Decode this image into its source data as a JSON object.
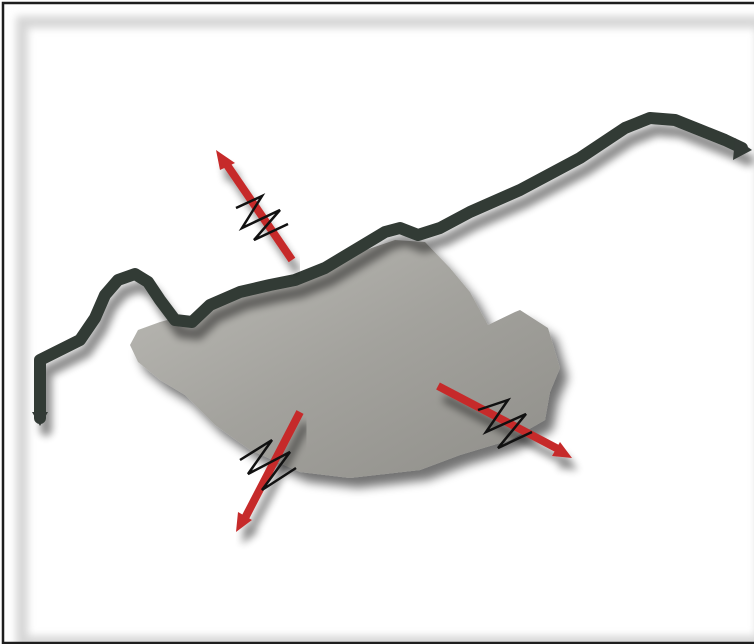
{
  "diagram": {
    "colors": {
      "background": "#ffffff",
      "frame_border": "#1e1e1e",
      "frame_shadow": "#d9d9d9",
      "area_fill": "#9e9d98",
      "route_line": "#333a36",
      "arrow_red": "#c62a2a",
      "spring_black": "#111111"
    },
    "elements": {
      "territory": "grey-area",
      "route": "dark-route-arrow",
      "forces": [
        "force-arrow-top",
        "force-arrow-bottom",
        "force-arrow-right"
      ],
      "spring_symbol": "zigzag-spring-icon"
    }
  }
}
